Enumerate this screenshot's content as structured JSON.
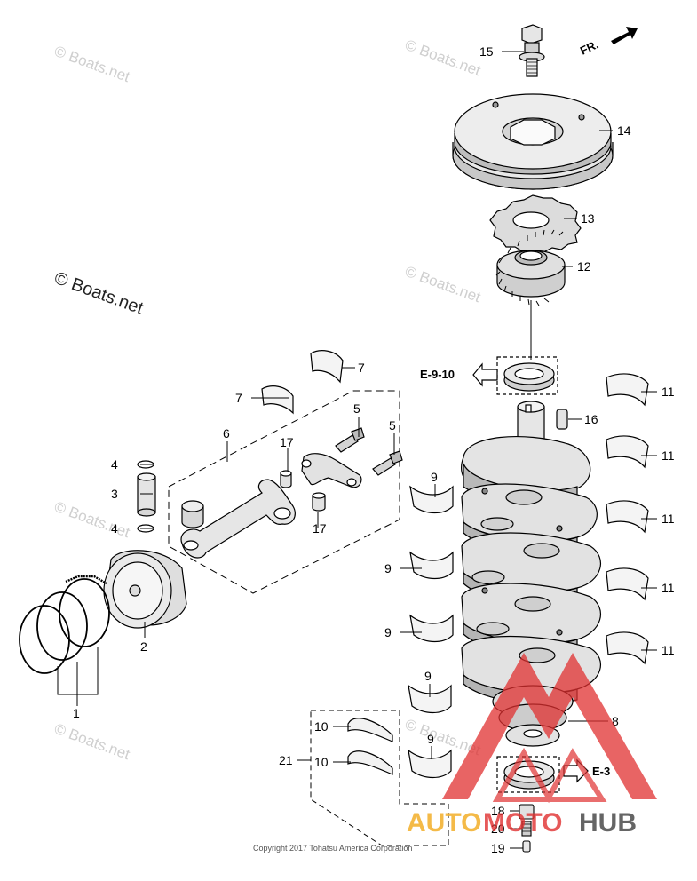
{
  "watermark": {
    "text": "© Boats.net",
    "main_text": "© Boats.net"
  },
  "direction": {
    "label": "FR."
  },
  "refs": {
    "upper": "E-9-10",
    "lower": "E-3"
  },
  "callouts": {
    "c1": "1",
    "c2": "2",
    "c3": "3",
    "c4a": "4",
    "c4b": "4",
    "c5a": "5",
    "c5b": "5",
    "c6": "6",
    "c7a": "7",
    "c7b": "7",
    "c8": "8",
    "c9a": "9",
    "c9b": "9",
    "c9c": "9",
    "c9d": "9",
    "c9e": "9",
    "c10a": "10",
    "c10b": "10",
    "c11a": "11",
    "c11b": "11",
    "c11c": "11",
    "c11d": "11",
    "c11e": "11",
    "c12": "12",
    "c13": "13",
    "c14": "14",
    "c15": "15",
    "c16": "16",
    "c17a": "17",
    "c17b": "17",
    "c18": "18",
    "c19": "19",
    "c20": "20",
    "c21": "21"
  },
  "copyright": "Copyright 2017 Tohatsu America Corporation",
  "logo": {
    "text_a": "AUTO",
    "text_b": "MOTO",
    "text_c": "HUB"
  }
}
